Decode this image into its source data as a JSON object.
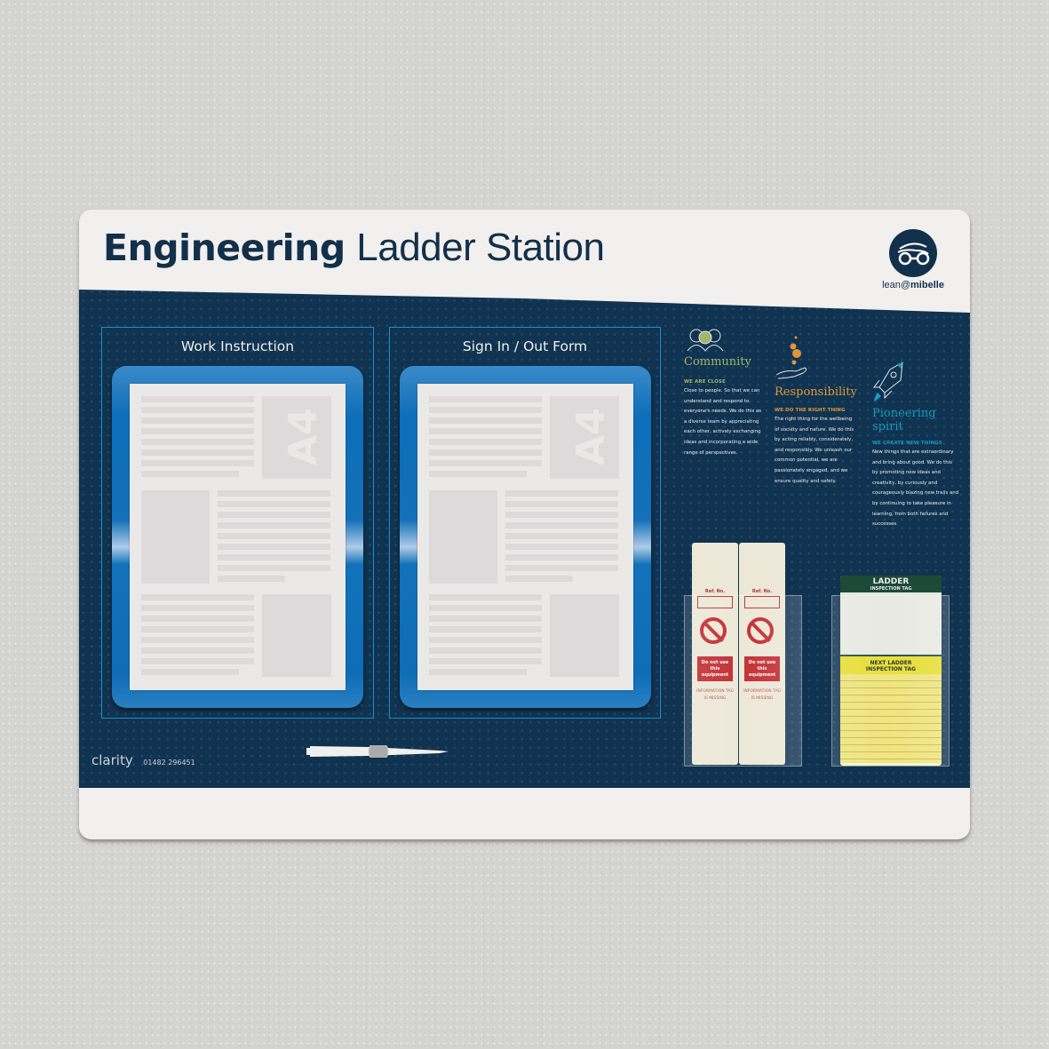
{
  "board": {
    "title_bold": "Engineering",
    "title_light": "Ladder Station",
    "brand": {
      "prefix": "lean@",
      "name": "mibelle",
      "icon": "car-icon"
    },
    "colors": {
      "navy": "#0f3350",
      "board_white": "#f2efef",
      "holder_blue": "#0d6eb9",
      "frame_outline": "#1b8fcb",
      "community": "#a5b56a",
      "responsibility": "#e0953a",
      "pioneering": "#1a9ac4"
    }
  },
  "document_holders": [
    {
      "label": "Work Instruction",
      "paper_size": "A4"
    },
    {
      "label": "Sign In / Out Form",
      "paper_size": "A4"
    }
  ],
  "values": [
    {
      "title": "Community",
      "subtitle": "WE ARE CLOSE",
      "icon": "people-icon",
      "body": "Close to people. So that we can understand and respond to everyone's needs. We do this as a diverse team by appreciating each other, actively exchanging ideas and incorporating a wide range of perspectives."
    },
    {
      "title": "Responsibility",
      "subtitle": "WE DO THE RIGHT THING",
      "icon": "hand-bubbles-icon",
      "body": "The right thing for the wellbeing of society and nature. We do this by acting reliably, considerately, and responsibly. We unleash our common potential, we are passionately engaged, and we ensure quality and safety."
    },
    {
      "title": "Pioneering spirit",
      "subtitle": "WE CREATE NEW THINGS",
      "icon": "rocket-icon",
      "body": "New things that are extraordinary and bring about good. We do this by promoting new ideas and creativity, by curiously and courageously blazing new trails and by continuing to take pleasure in learning, from both failures and successes."
    }
  ],
  "tags": {
    "scafftag": {
      "ref_label": "Ref. No.",
      "warning": "Do not use this equipment",
      "missing": "INFORMATION TAG IS MISSING"
    },
    "inspection": {
      "header": "LADDER",
      "header_sub": "INSPECTION TAG",
      "next_header": "NEXT LADDER",
      "next_sub": "INSPECTION TAG"
    }
  },
  "footer": {
    "company": "clarity",
    "phone": "01482 296451"
  }
}
